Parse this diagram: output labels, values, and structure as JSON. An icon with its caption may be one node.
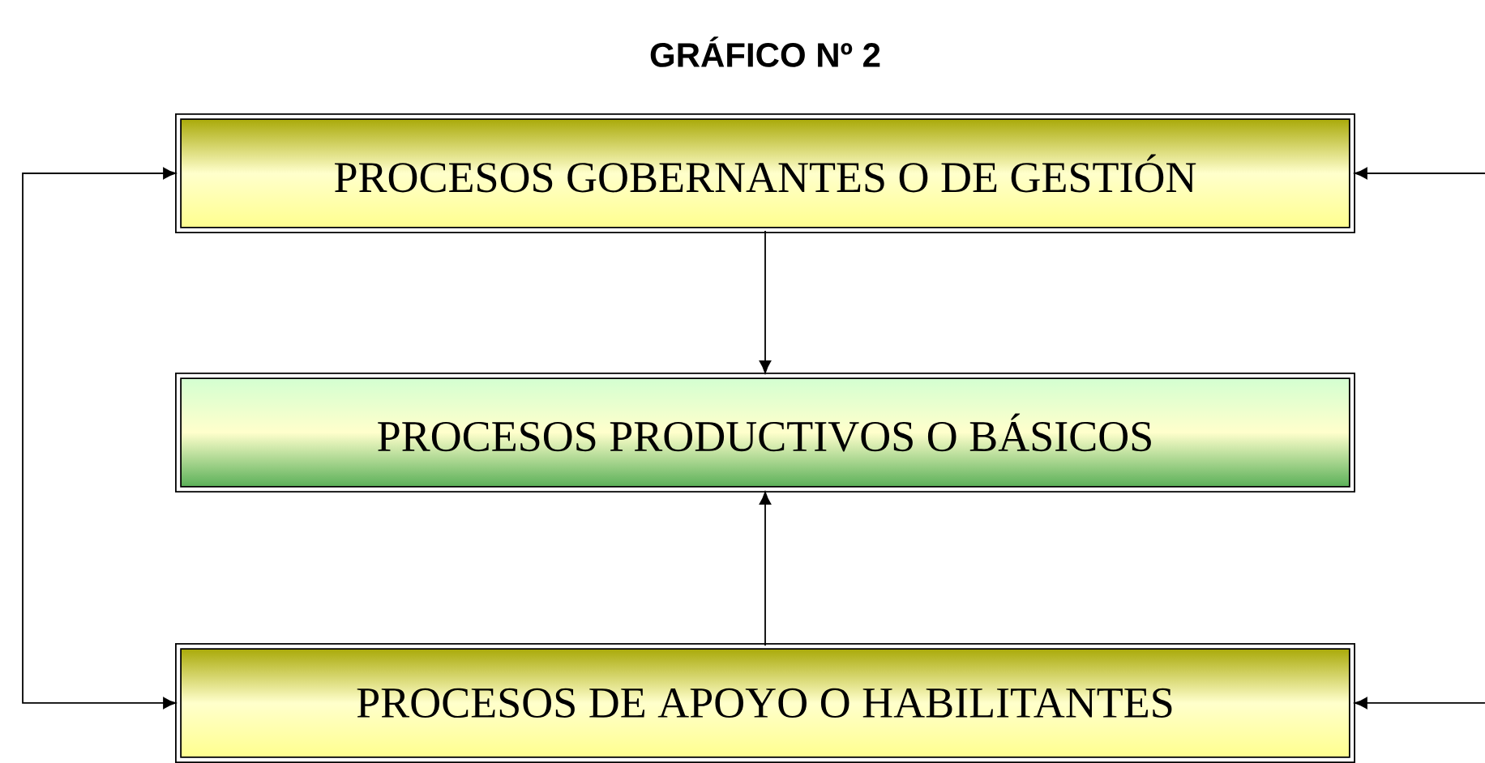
{
  "diagram": {
    "title": "GRÁFICO Nº 2",
    "nodes": [
      {
        "text": [
          "PROCESOS GOBERNANTES O DE GESTIÓN"
        ]
      },
      {
        "text": [
          "PROCESOS PRODUCTIVOS O BÁSICOS"
        ]
      },
      {
        "text": [
          "PROCESOS DE APOYO O HABILITANTES"
        ]
      }
    ],
    "edges": [
      {
        "from": 0,
        "to": 1,
        "arrow": "to"
      },
      {
        "from": 2,
        "to": 1,
        "arrow": "to"
      },
      {
        "from": 2,
        "to": 0,
        "arrow": "both"
      },
      {
        "from": null,
        "to": 0,
        "arrow": "to"
      },
      {
        "from": null,
        "to": 2,
        "arrow": "to"
      }
    ]
  }
}
